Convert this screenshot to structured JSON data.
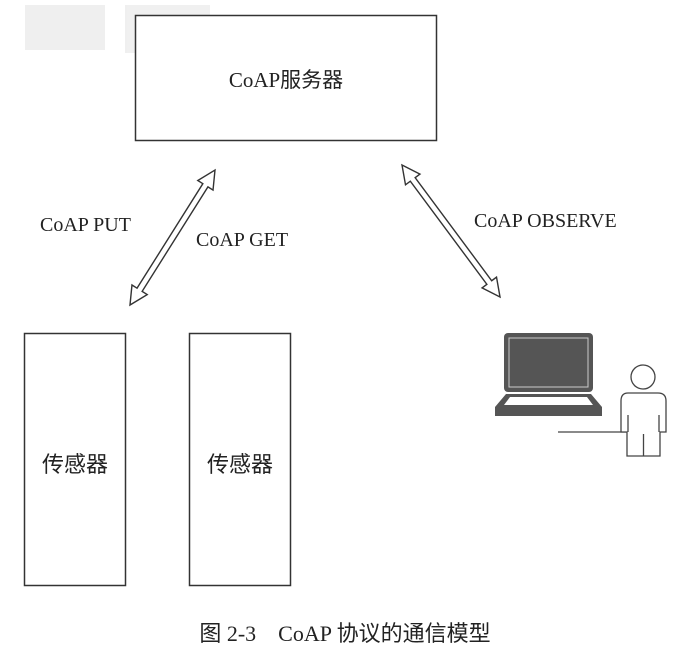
{
  "server": {
    "label": "CoAP服务器"
  },
  "sensors": [
    {
      "label": "传感器"
    },
    {
      "label": "传感器"
    }
  ],
  "arrows": {
    "put": "CoAP PUT",
    "get": "CoAP GET",
    "observe": "CoAP OBSERVE"
  },
  "caption": "图 2-3    CoAP 协议的通信模型",
  "colors": {
    "stroke": "#333333",
    "laptop": "#555555",
    "person": "#444444"
  }
}
